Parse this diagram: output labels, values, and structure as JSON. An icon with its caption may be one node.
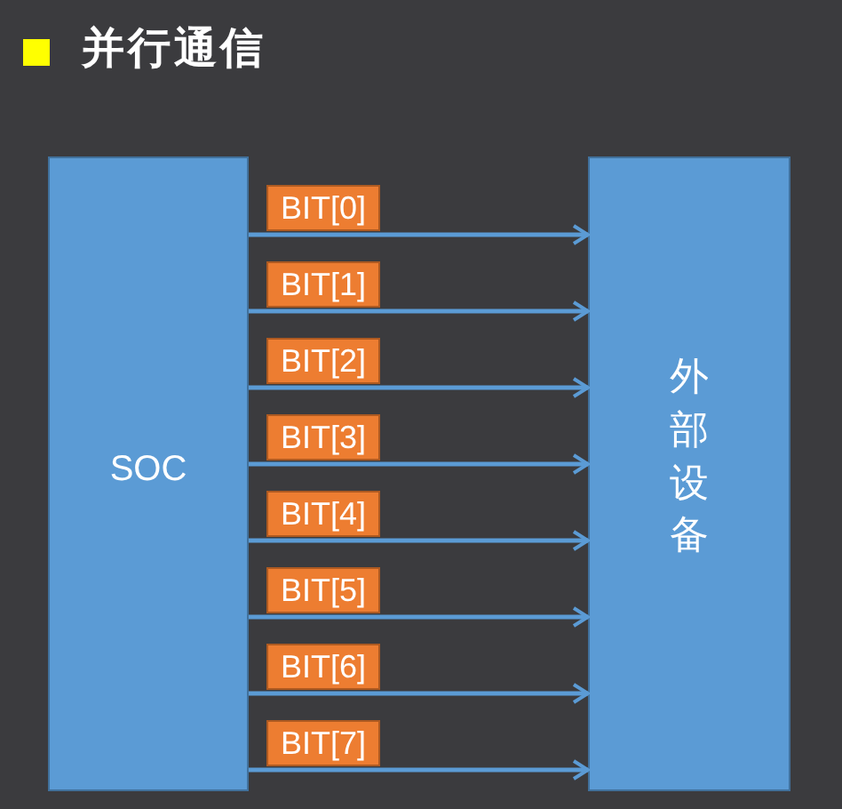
{
  "diagram": {
    "title": "并行通信",
    "nodes": [
      {
        "text": [
          "SOC"
        ]
      },
      {
        "text": [
          "外部设备"
        ]
      }
    ],
    "edges": [
      {
        "from": 0,
        "to": 1,
        "arrow": "to",
        "label": "BIT[0]"
      },
      {
        "from": 0,
        "to": 1,
        "arrow": "to",
        "label": "BIT[1]"
      },
      {
        "from": 0,
        "to": 1,
        "arrow": "to",
        "label": "BIT[2]"
      },
      {
        "from": 0,
        "to": 1,
        "arrow": "to",
        "label": "BIT[3]"
      },
      {
        "from": 0,
        "to": 1,
        "arrow": "to",
        "label": "BIT[4]"
      },
      {
        "from": 0,
        "to": 1,
        "arrow": "to",
        "label": "BIT[5]"
      },
      {
        "from": 0,
        "to": 1,
        "arrow": "to",
        "label": "BIT[6]"
      },
      {
        "from": 0,
        "to": 1,
        "arrow": "to",
        "label": "BIT[7]"
      }
    ]
  }
}
